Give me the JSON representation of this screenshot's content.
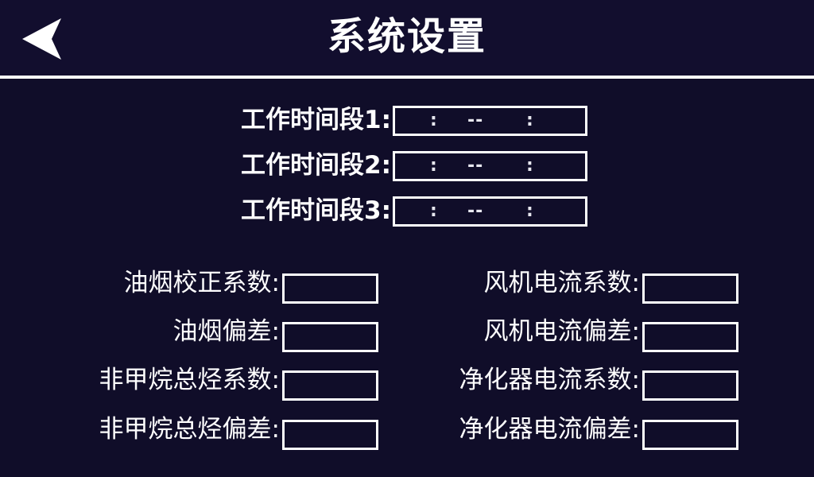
{
  "header": {
    "back_icon": "back-arrow-icon",
    "title": "系统设置"
  },
  "time_section": {
    "rows": [
      {
        "label": "工作时间段1:",
        "start_separator": ":",
        "range_separator": "--",
        "end_separator": ":",
        "value": ""
      },
      {
        "label": "工作时间段2:",
        "start_separator": ":",
        "range_separator": "--",
        "end_separator": ":",
        "value": ""
      },
      {
        "label": "工作时间段3:",
        "start_separator": ":",
        "range_separator": "--",
        "end_separator": ":",
        "value": ""
      }
    ]
  },
  "coefficients": {
    "left_column": [
      {
        "label": "油烟校正系数:",
        "value": ""
      },
      {
        "label": "油烟偏差:",
        "value": ""
      },
      {
        "label": "非甲烷总烃系数:",
        "value": ""
      },
      {
        "label": "非甲烷总烃偏差:",
        "value": ""
      }
    ],
    "right_column": [
      {
        "label": "风机电流系数:",
        "value": ""
      },
      {
        "label": "风机电流偏差:",
        "value": ""
      },
      {
        "label": "净化器电流系数:",
        "value": ""
      },
      {
        "label": "净化器电流偏差:",
        "value": ""
      }
    ]
  },
  "colors": {
    "background": "#100d29",
    "header_background": "#120e2e",
    "foreground": "#ffffff",
    "divider": "#ffffff"
  }
}
